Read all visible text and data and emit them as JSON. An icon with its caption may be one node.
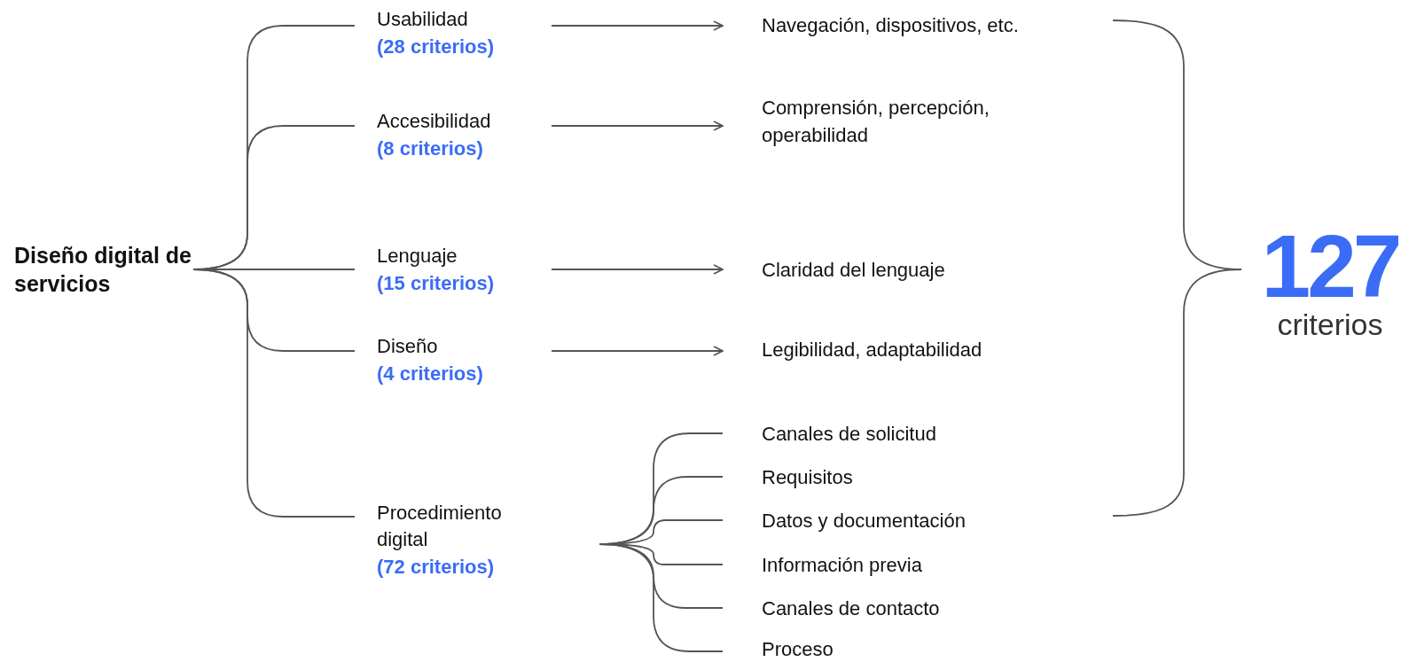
{
  "diagram": {
    "nodes": [
      {
        "text": [
          "Diseño digital de servicios"
        ]
      },
      {
        "text": [
          "Usabilidad",
          "(28 criterios)"
        ]
      },
      {
        "text": [
          "Accesibilidad",
          "(8 criterios)"
        ]
      },
      {
        "text": [
          "Lenguaje",
          "(15 criterios)"
        ]
      },
      {
        "text": [
          "Diseño",
          "(4 criterios)"
        ]
      },
      {
        "text": [
          "Procedimiento digital",
          "(72 criterios)"
        ]
      },
      {
        "text": [
          "Navegación, dispositivos, etc."
        ]
      },
      {
        "text": [
          "Comprensión, percepción, operabilidad"
        ]
      },
      {
        "text": [
          "Claridad del lenguaje"
        ]
      },
      {
        "text": [
          "Legibilidad, adaptabilidad"
        ]
      },
      {
        "text": [
          "Canales de solicitud"
        ]
      },
      {
        "text": [
          "Requisitos"
        ]
      },
      {
        "text": [
          "Datos y documentación"
        ]
      },
      {
        "text": [
          "Información previa"
        ]
      },
      {
        "text": [
          "Canales de contacto"
        ]
      },
      {
        "text": [
          "Proceso"
        ]
      },
      {
        "text": [
          "127",
          "criterios"
        ]
      }
    ],
    "edges": [
      {
        "from": 0,
        "to": 1,
        "arrow": "none"
      },
      {
        "from": 0,
        "to": 2,
        "arrow": "none"
      },
      {
        "from": 0,
        "to": 3,
        "arrow": "none"
      },
      {
        "from": 0,
        "to": 4,
        "arrow": "none"
      },
      {
        "from": 0,
        "to": 5,
        "arrow": "none"
      },
      {
        "from": 1,
        "to": 6,
        "arrow": "to"
      },
      {
        "from": 2,
        "to": 7,
        "arrow": "to"
      },
      {
        "from": 3,
        "to": 8,
        "arrow": "to"
      },
      {
        "from": 4,
        "to": 9,
        "arrow": "to"
      },
      {
        "from": 5,
        "to": 10,
        "arrow": "none"
      },
      {
        "from": 5,
        "to": 11,
        "arrow": "none"
      },
      {
        "from": 5,
        "to": 12,
        "arrow": "none"
      },
      {
        "from": 5,
        "to": 13,
        "arrow": "none"
      },
      {
        "from": 5,
        "to": 14,
        "arrow": "none"
      },
      {
        "from": 5,
        "to": 15,
        "arrow": "none"
      }
    ]
  }
}
